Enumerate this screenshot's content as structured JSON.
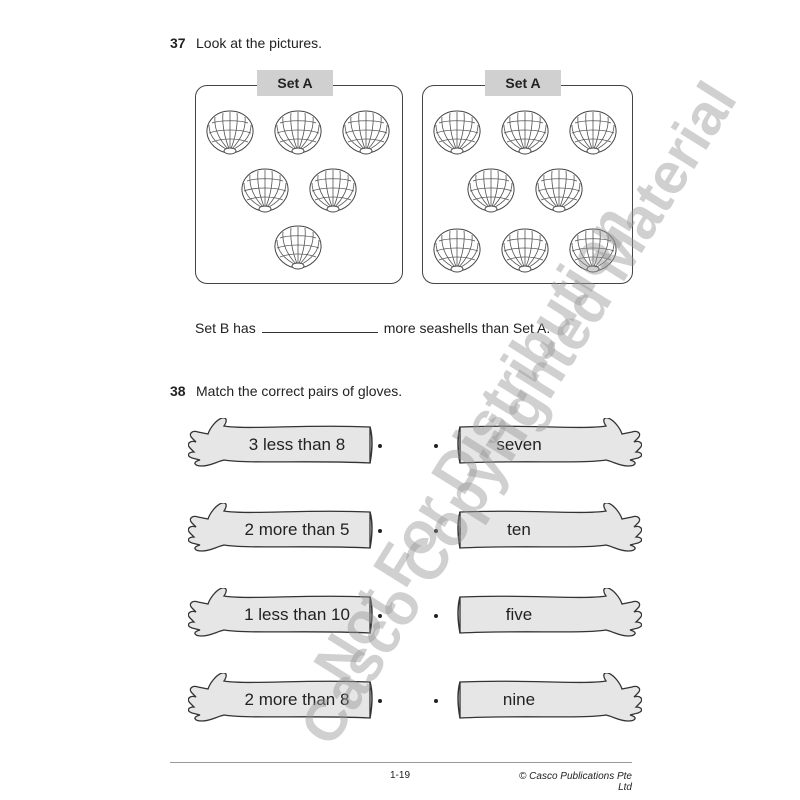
{
  "q37": {
    "number": "37",
    "prompt": "Look at the pictures.",
    "set_left_label": "Set A",
    "set_right_label": "Set A",
    "set_left_count": 6,
    "set_right_count": 8,
    "sentence_before": "Set B has",
    "sentence_after": "more seashells than Set A."
  },
  "q38": {
    "number": "38",
    "prompt": "Match the correct pairs of gloves.",
    "left": [
      "3 less than 8",
      "2 more than 5",
      "1 less than 10",
      "2 more than 8"
    ],
    "right": [
      "seven",
      "ten",
      "five",
      "nine"
    ]
  },
  "footer": {
    "page": "1-19",
    "copyright": "© Casco Publications Pte Ltd"
  },
  "watermark": {
    "line1": "Casco Copyrighted Material",
    "line2": "Not For Distribution"
  }
}
